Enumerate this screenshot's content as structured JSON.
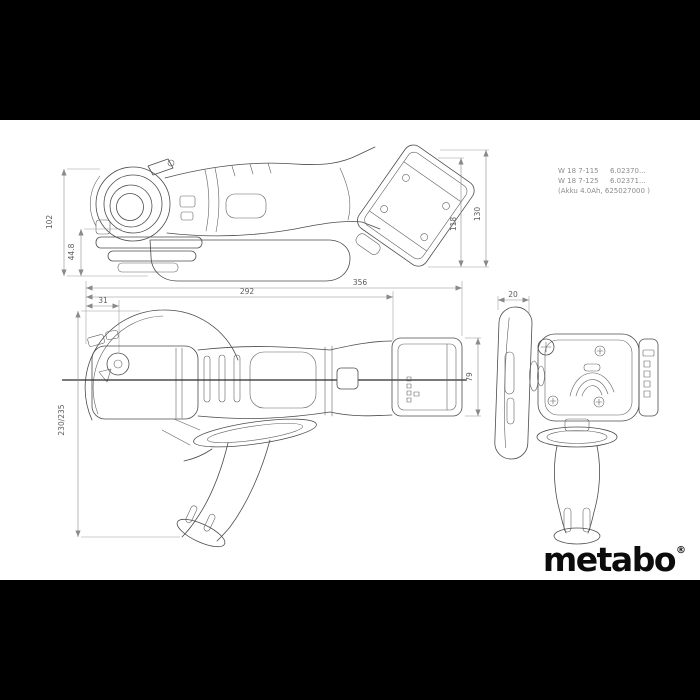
{
  "window": {
    "letterbox_color": "#000000",
    "paper_color": "#ffffff"
  },
  "product_info": {
    "variants": [
      {
        "model": "W 18 7-115",
        "article": "6.02370..."
      },
      {
        "model": "W 18 7-125",
        "article": "6.02371..."
      }
    ],
    "battery_note": "(Akku 4.0Ah, 625027000 )"
  },
  "drawing": {
    "type": "technical-orthographic-views",
    "views": [
      "side-view",
      "top-view",
      "front-view"
    ],
    "dimensions_mm": {
      "side_height_head": "102",
      "side_guard_depth": "44.8",
      "side_battery_height_inner": "118",
      "side_battery_height_outer": "130",
      "overall_length": "356",
      "body_length": "292",
      "spindle_front_offset": "31",
      "top_width_with_handle": "230/235",
      "battery_width": "79",
      "guard_rim_width": "20"
    }
  },
  "brand": {
    "logo_text": "metabo",
    "registered_symbol": "®"
  }
}
